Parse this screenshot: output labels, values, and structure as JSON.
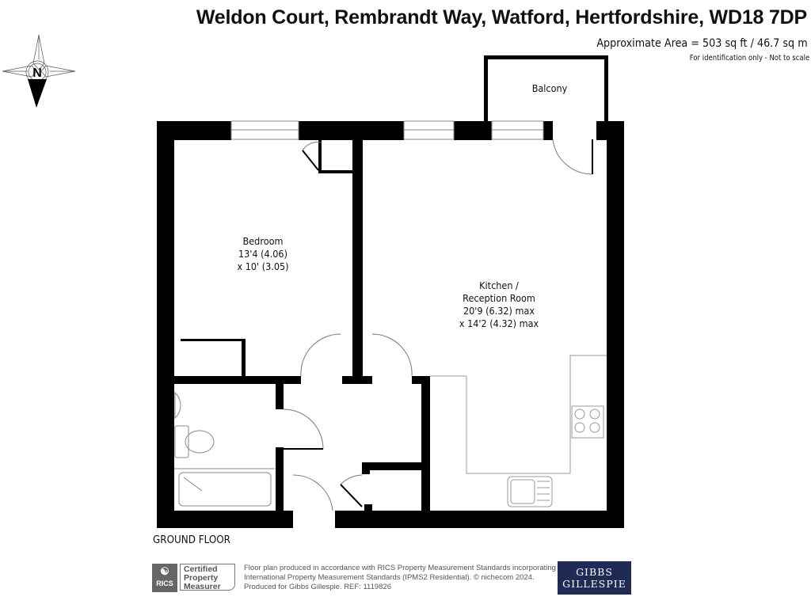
{
  "header": {
    "title": "Weldon Court, Rembrandt Way, Watford, Hertfordshire, WD18 7DP",
    "area": "Approximate Area = 503 sq ft / 46.7 sq m",
    "note": "For identification only - Not to scale"
  },
  "compass": {
    "letter": "N",
    "icon": "north-compass-icon"
  },
  "rooms": {
    "balcony": {
      "name": "Balcony"
    },
    "bedroom": {
      "name": "Bedroom",
      "dim1": "13'4 (4.06)",
      "dim2": "x 10' (3.05)"
    },
    "kitchen": {
      "name1": "Kitchen /",
      "name2": "Reception Room",
      "dim1": "20'9 (6.32) max",
      "dim2": "x 14'2 (4.32) max"
    }
  },
  "floor_label": "GROUND FLOOR",
  "footer": {
    "rics_logo": "RICS",
    "certified": [
      "Certified",
      "Property",
      "Measurer"
    ],
    "disclaimer": [
      "Floor plan produced in accordance with RICS Property Measurement Standards incorporating",
      "International Property Measurement Standards (IPMS2 Residential).   © nichecom 2024.",
      "Produced for Gibbs Gillespie.   REF:  1119826"
    ],
    "brand": [
      "GIBBS",
      "GILLESPIE"
    ]
  },
  "colors": {
    "wall": "#000000",
    "fixture": "#888888",
    "brand_bg": "#1f2a55"
  }
}
